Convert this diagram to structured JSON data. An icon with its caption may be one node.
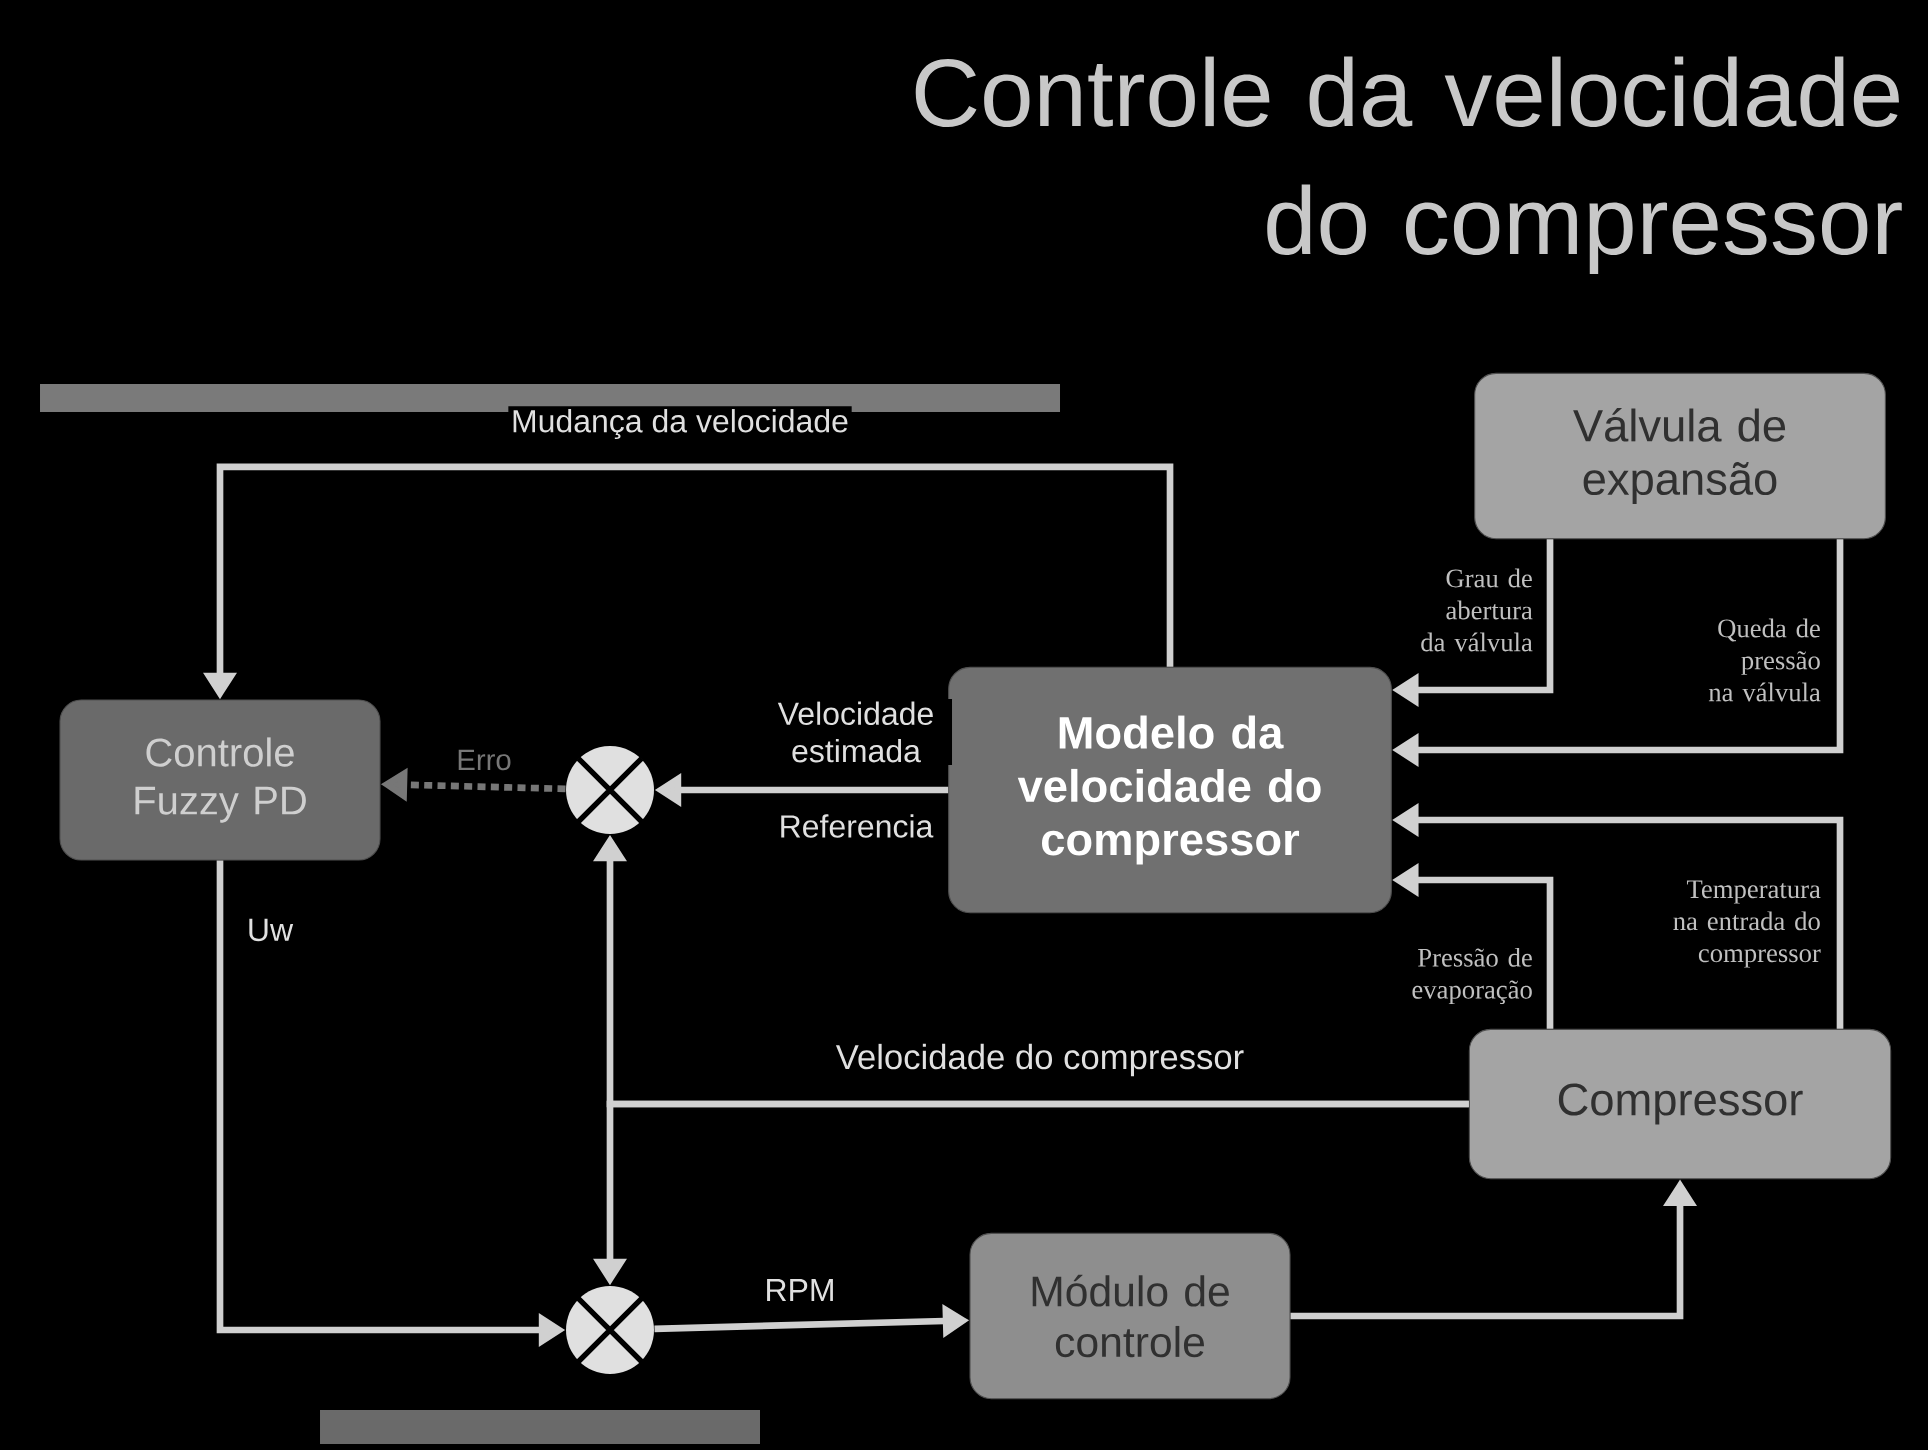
{
  "diagram": {
    "title": "Controle da velocidade do compressor",
    "nodes": [
      {
        "text": [
          "Controle Fuzzy PD"
        ]
      },
      {
        "text": [],
        "shape": "circle"
      },
      {
        "text": [
          "Modelo da velocidade do compressor"
        ]
      },
      {
        "text": [
          "Válvula de expansão"
        ]
      },
      {
        "text": [
          "Compressor"
        ]
      },
      {
        "text": [],
        "shape": "circle"
      },
      {
        "text": [
          "Módulo de controle"
        ]
      }
    ],
    "edges": [
      {
        "from": 2,
        "to": 0,
        "arrow": "to",
        "label": "Mudança da velocidade"
      },
      {
        "from": 2,
        "to": 1,
        "arrow": "to",
        "label": "Velocidade estimada"
      },
      {
        "from": 1,
        "to": 0,
        "arrow": "to",
        "label": "Erro",
        "style": "dashed",
        "color": "#777777"
      },
      {
        "from": 0,
        "to": 5,
        "arrow": "to",
        "label": "Uw"
      },
      {
        "from": 4,
        "to": 1,
        "arrow": "to",
        "label": "Velocidade do compressor"
      },
      {
        "from": 4,
        "to": 5,
        "arrow": "to"
      },
      {
        "from": 5,
        "to": 6,
        "arrow": "to",
        "label": "RPM"
      },
      {
        "from": 6,
        "to": 4,
        "arrow": "to"
      },
      {
        "from": 3,
        "to": 2,
        "arrow": "to",
        "label": "Grau de abertura da válvula"
      },
      {
        "from": 3,
        "to": 2,
        "arrow": "to",
        "label": "Queda de pressão na válvula"
      },
      {
        "from": 4,
        "to": 2,
        "arrow": "to",
        "label": "Temperatura na entrada do compressor"
      },
      {
        "from": 4,
        "to": 2,
        "arrow": "to",
        "label": "Pressão de evaporação"
      }
    ],
    "labels": [
      "Referencia"
    ]
  }
}
